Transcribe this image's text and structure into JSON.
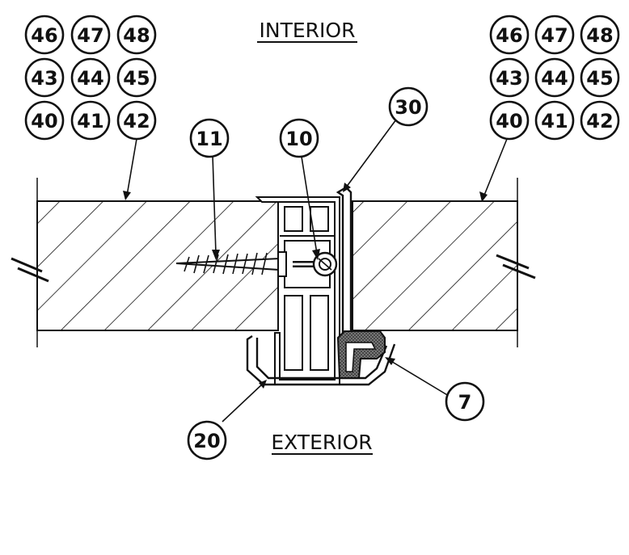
{
  "headings": {
    "interior": "INTERIOR",
    "exterior": "EXTERIOR"
  },
  "callouts": {
    "left_grid": [
      "46",
      "47",
      "48",
      "43",
      "44",
      "45",
      "40",
      "41",
      "42"
    ],
    "right_grid": [
      "46",
      "47",
      "48",
      "43",
      "44",
      "45",
      "40",
      "41",
      "42"
    ],
    "screw": "11",
    "fastener": "10",
    "angle_strip": "30",
    "seal": "7",
    "cover_profile": "20"
  },
  "colors": {
    "ink": "#111111",
    "background": "#ffffff"
  }
}
